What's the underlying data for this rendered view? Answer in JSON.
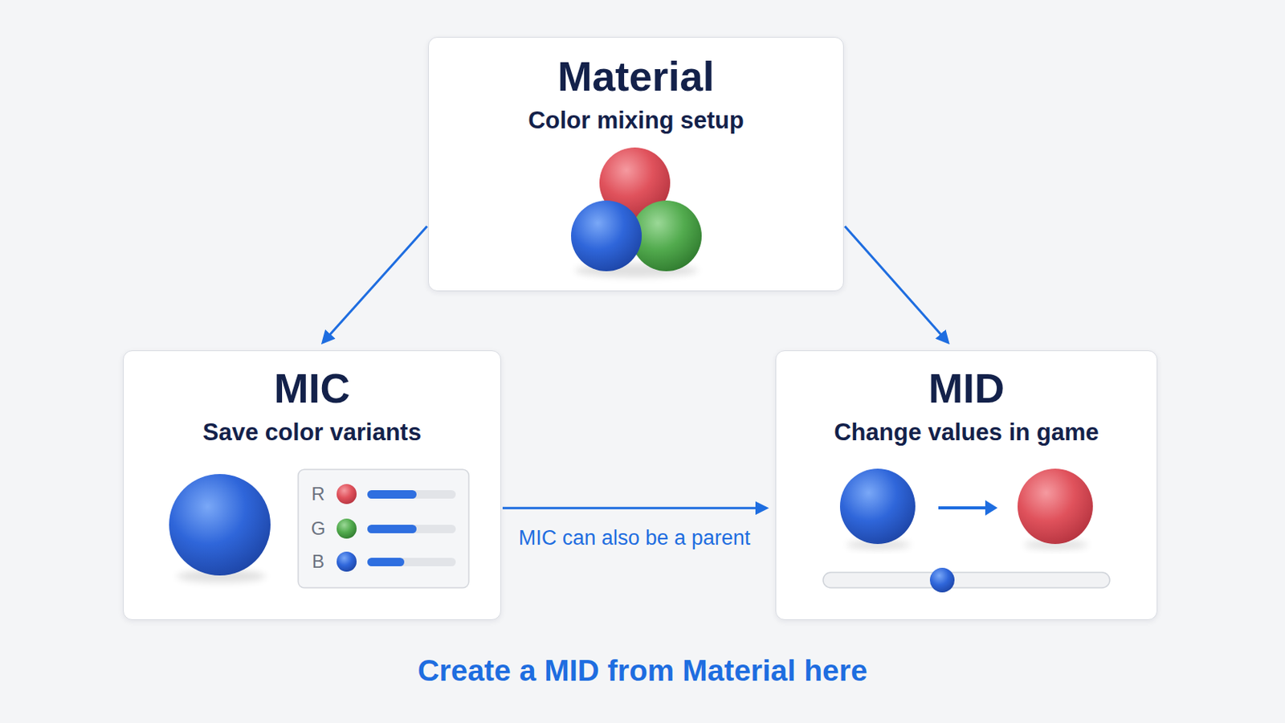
{
  "diagram": {
    "caption": "Create a MID from Material here",
    "nodes": [
      {
        "text": [
          "Material",
          "Color mixing setup"
        ]
      },
      {
        "text": [
          "MIC",
          "Save color variants"
        ]
      },
      {
        "text": [
          "MID",
          "Change values in game"
        ]
      }
    ],
    "edges": [
      {
        "from": 0,
        "to": 1,
        "arrow": "to"
      },
      {
        "from": 0,
        "to": 2,
        "arrow": "to"
      },
      {
        "from": 1,
        "to": 2,
        "arrow": "to",
        "label": "MIC can also be a parent"
      }
    ],
    "labels": [
      "R",
      "G",
      "B"
    ]
  }
}
